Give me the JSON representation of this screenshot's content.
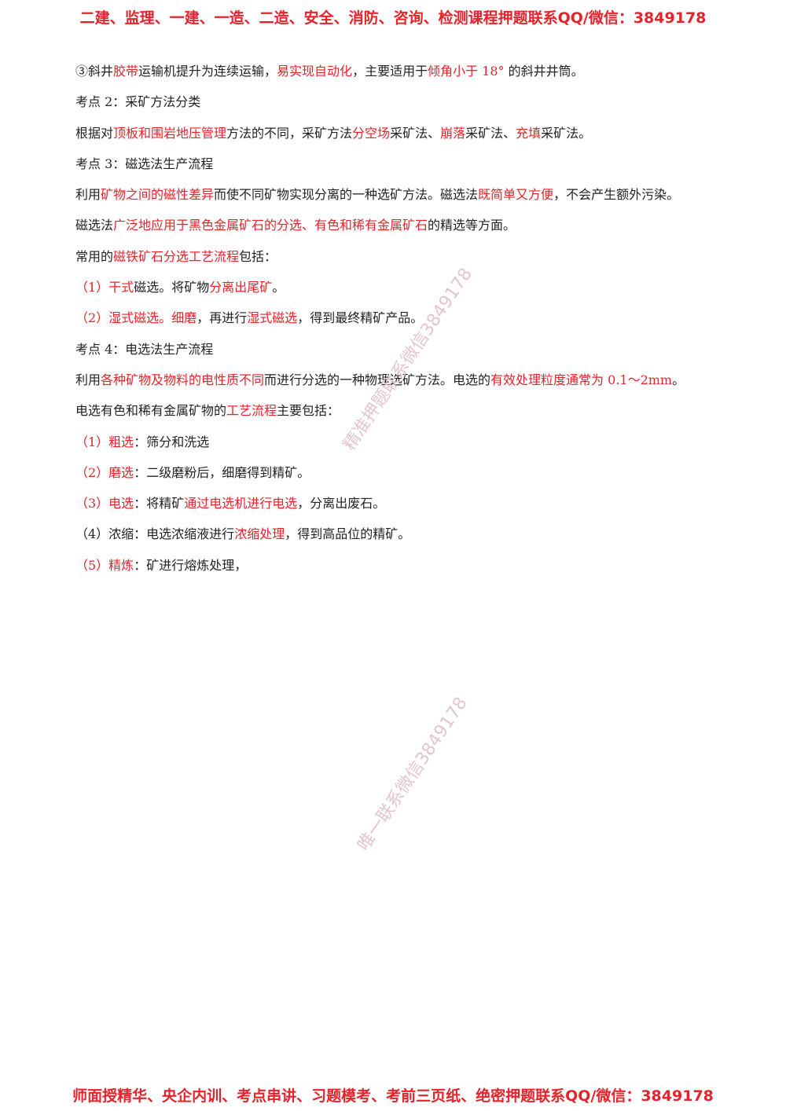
{
  "header": {
    "banner": "二建、监理、一建、一造、二造、安全、消防、咨询、检测课程押题联系QQ/微信：3849178"
  },
  "footer": {
    "banner": "师面授精华、央企内训、考点串讲、习题模考、考前三页纸、绝密押题联系QQ/微信：3849178"
  },
  "watermarks": [
    "精准押题联系微信3849178",
    "唯一联系微信3849178"
  ],
  "colors": {
    "accent": "#e8222a",
    "text": "#222222",
    "watermark": "#e3c6cd"
  },
  "lines": [
    [
      [
        "③斜井",
        false
      ],
      [
        "胶带",
        true
      ],
      [
        "运输机提升为连续运输，",
        false
      ],
      [
        "易实现自动化",
        true
      ],
      [
        "，主要适用于",
        false
      ],
      [
        "倾角小于 18°",
        true
      ],
      [
        " 的斜井井筒。",
        false
      ]
    ],
    [
      [
        "考点 2：采矿方法分类",
        false
      ]
    ],
    [
      [
        "根据对",
        false
      ],
      [
        "顶板和围岩地压管理",
        true
      ],
      [
        "方法的不同，采矿方法",
        false
      ],
      [
        "分空场",
        true
      ],
      [
        "采矿法、",
        false
      ],
      [
        "崩落",
        true
      ],
      [
        "采矿法、",
        false
      ],
      [
        "充填",
        true
      ],
      [
        "采矿法。",
        false
      ]
    ],
    [
      [
        "考点 3：磁选法生产流程",
        false
      ]
    ],
    [
      [
        "利用",
        false
      ],
      [
        "矿物之间的磁性差异",
        true
      ],
      [
        "而使不同矿物实现分离的一种选矿方法。磁选法",
        false
      ],
      [
        "既简单又方便",
        true
      ],
      [
        "，不会产生额外污染。",
        false
      ]
    ],
    [
      [
        "磁选法",
        false
      ],
      [
        "广泛地应用于黑色金属矿石的分选、有色和稀有金属矿石",
        true
      ],
      [
        "的精选等方面。",
        false
      ]
    ],
    [
      [
        "常用的",
        false
      ],
      [
        "磁铁矿石分选工艺流程",
        true
      ],
      [
        "包括：",
        false
      ]
    ],
    [
      [
        "（1）干式",
        true
      ],
      [
        "磁选。将矿物",
        false
      ],
      [
        "分离出尾矿",
        true
      ],
      [
        "。",
        false
      ]
    ],
    [
      [
        "（2）湿式磁选。细磨",
        true
      ],
      [
        "，再进行",
        false
      ],
      [
        "湿式磁选",
        true
      ],
      [
        "，得到最终精矿产品。",
        false
      ]
    ],
    [
      [
        "考点 4：电选法生产流程",
        false
      ]
    ],
    [
      [
        "利用",
        false
      ],
      [
        "各种矿物及物料的电性质不同",
        true
      ],
      [
        "而进行分选的一种物理选矿方法。电选的",
        false
      ],
      [
        "有效处理粒度通常为 0.1～2mm",
        true
      ],
      [
        "。",
        false
      ]
    ],
    [
      [
        "电选有色和稀有金属矿物的",
        false
      ],
      [
        "工艺流程",
        true
      ],
      [
        "主要包括：",
        false
      ]
    ],
    [
      [
        "（1）粗选",
        true
      ],
      [
        "：筛分和洗选",
        false
      ]
    ],
    [
      [
        "（2）磨选",
        true
      ],
      [
        "：二级磨粉后，细磨得到精矿。",
        false
      ]
    ],
    [
      [
        "（3）电选",
        true
      ],
      [
        "：将精矿",
        false
      ],
      [
        "通过电选机进行电选",
        true
      ],
      [
        "，分离出废石。",
        false
      ]
    ],
    [
      [
        "（4）浓缩：电选浓缩液进行",
        false
      ],
      [
        "浓缩处理",
        true
      ],
      [
        "，得到高品位的精矿。",
        false
      ]
    ],
    [
      [
        "（5）精炼",
        true
      ],
      [
        "：矿进行熔炼处理，",
        false
      ]
    ]
  ]
}
